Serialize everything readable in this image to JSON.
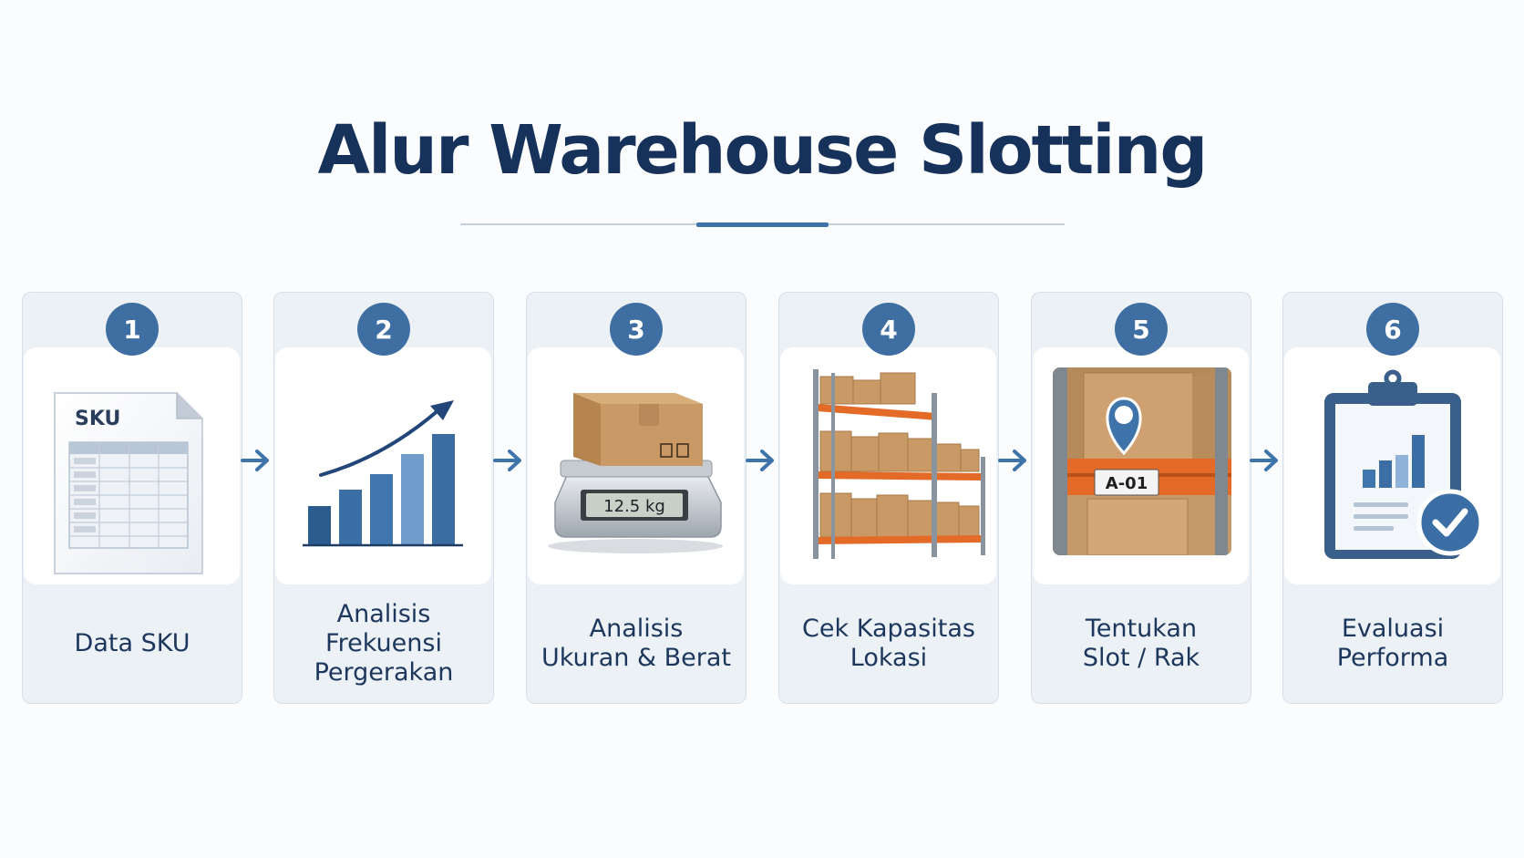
{
  "title": "Alur Warehouse Slotting",
  "steps": [
    {
      "number": "1",
      "label": "Data SKU",
      "icon": "sku-spreadsheet-icon",
      "icon_text": "SKU"
    },
    {
      "number": "2",
      "label": "Analisis\nFrekuensi\nPergerakan",
      "icon": "growth-bar-chart-icon"
    },
    {
      "number": "3",
      "label": "Analisis\nUkuran & Berat",
      "icon": "box-on-scale-icon",
      "icon_text": "12.5 kg"
    },
    {
      "number": "4",
      "label": "Cek Kapasitas\nLokasi",
      "icon": "warehouse-rack-icon"
    },
    {
      "number": "5",
      "label": "Tentukan\nSlot / Rak",
      "icon": "rack-slot-location-icon",
      "icon_text": "A-01"
    },
    {
      "number": "6",
      "label": "Evaluasi\nPerforma",
      "icon": "clipboard-check-icon"
    }
  ],
  "colors": {
    "title": "#16325a",
    "accent": "#3f6ea2",
    "card_background": "#ecf1f6",
    "rack_orange": "#e36a27",
    "box_cardboard": "#c99a66"
  }
}
